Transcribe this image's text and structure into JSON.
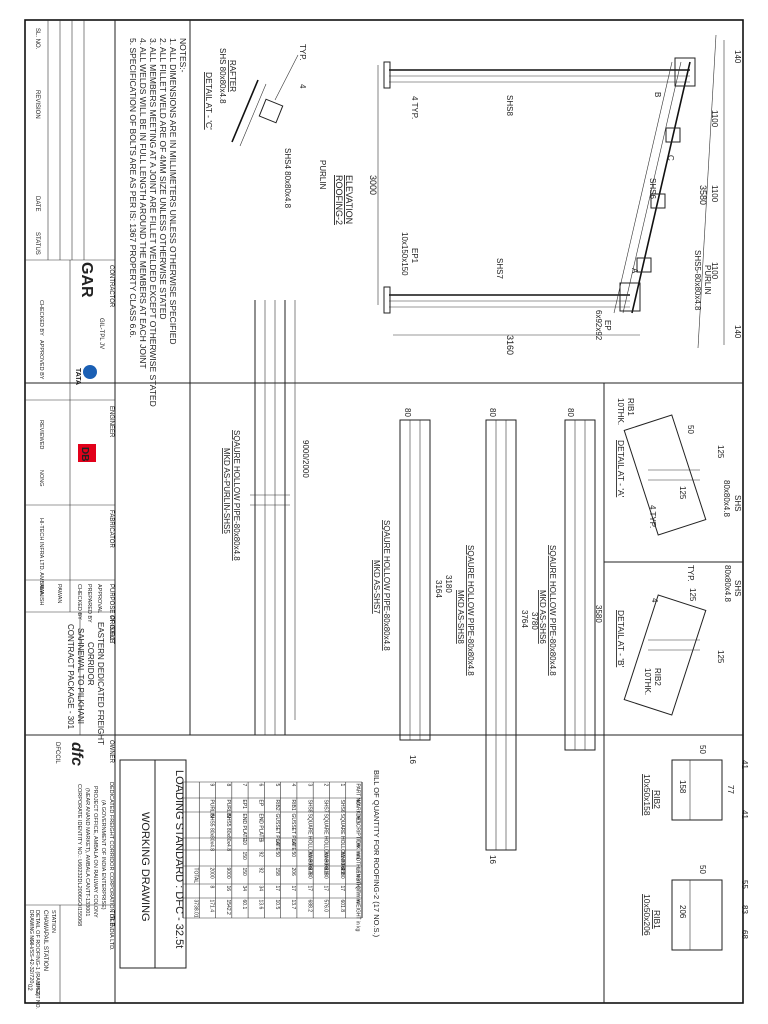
{
  "elevation": {
    "title": "ELEVATION",
    "subtitle": "ROOFING-2",
    "overall_span": "3160",
    "height": "3000",
    "dim_140_top": "140",
    "dim_140_bottom": "140",
    "seg1": "1100",
    "seg2": "1100",
    "seg3": "1100",
    "rafter_len": "3580",
    "shs8": "SHS8",
    "shs6": "SHS6",
    "shs7": "SHS7",
    "purlin": "PURLIN",
    "purlin_size": "SHS5-80x80x4.8",
    "ep1": "EP1",
    "ep1_size": "10x150x150",
    "ep": "EP",
    "ep_size": "6x92x92",
    "weld_typ": "4 TYP.",
    "mark_a": "A",
    "mark_b": "B",
    "mark_c": "C"
  },
  "detail_c": {
    "title": "DETAIL AT - 'C'",
    "rafter": "RAFTER",
    "rafter_size": "SHS 80x80x4.8",
    "purlin": "PURLIN",
    "purlin_size": "SHS4 80x80x4.8",
    "typ": "TYP.",
    "weld": "4"
  },
  "detail_a": {
    "title": "DETAIL AT - 'A'",
    "rib": "RIB1",
    "rib_thk": "10THK.",
    "d50": "50",
    "d125a": "125",
    "d125b": "125",
    "shs": "SHS",
    "shs_size": "80x80x4.8",
    "typ": "4 TYP."
  },
  "detail_b": {
    "title": "DETAIL AT - 'B'",
    "shs": "SHS",
    "shs_size": "80x80x4.8",
    "typ": "TYP.",
    "weld": "4",
    "d125a": "125",
    "d125b": "125",
    "rib": "RIB2",
    "rib_thk": "10THK."
  },
  "rib2": {
    "title": "RIB2",
    "size": "10x50x158",
    "d50": "50",
    "d158": "158",
    "d41a": "41",
    "d77": "77",
    "d41b": "41"
  },
  "rib1": {
    "title": "RIB1",
    "size": "10x50x206",
    "d50": "50",
    "d206": "206",
    "d55": "55",
    "d83": "83",
    "d68": "68"
  },
  "members": [
    {
      "w": "80",
      "length": "3580",
      "title": "SQAURE HOLLOW PIPE-80x80x4.8",
      "mark": "MKD AS-SHS6",
      "end": "16"
    },
    {
      "w": "80",
      "length": "3780",
      "inner": "3764",
      "title": "SQAURE HOLLOW PIPE-80x80x4.8",
      "mark": "MKD AS-SHS8",
      "end": "16"
    },
    {
      "w": "80",
      "length": "3180",
      "inner": "3164",
      "title": "SQAURE HOLLOW PIPE-80x80x4.8",
      "mark": "MKD AS-SHS7",
      "end": ""
    }
  ],
  "purlin_member": {
    "length": "9000/2000",
    "title": "SQAURE HOLLOW PIPE-80x80x4.8",
    "mark": "MKD AS-PURLIN-SHS5"
  },
  "notes": {
    "title": "NOTES:-",
    "lines": [
      "1. ALL DIMENSIONS ARE IN MILLIMETERS UNLESS OTHERWISE SPECIFIED",
      "2. ALL FILLET WELD ARE OF 4MM SIZE UNLESS OTHERWISE STATED",
      "3. ALL MEMBERS MEETING AT A JOINT ARE FILLET WELDED EXCEPT OTHERWISE STATED",
      "4. ALL WELDS WILL BE IN FULL LENGTH AROUND THE MEMBERS AT EACH JOINT",
      "5. SPECIFICATION OF BOLTS ARE AS PER IS: 1367 PROPERTY CLASS 6.6."
    ]
  },
  "bom": {
    "title": "BILL OF QUANTITY FOR ROOFING-2 (17 NO.S.)",
    "headers": [
      "PART NO.",
      "MARK NO.",
      "DESCRIPTION",
      "THK mm",
      "WIDTH in mm",
      "LENGTH in mm",
      "QTY",
      "WEIGHT in kg"
    ],
    "rows": [
      [
        "1",
        "SHS6",
        "SQUARE HOLLOW PIPE",
        "",
        "80x80x4.8",
        "3580",
        "17",
        "601.8"
      ],
      [
        "2",
        "SHS7",
        "SQUARE HOLLOW PIPE",
        "",
        "80x80x4.8",
        "3180",
        "17",
        "576.0"
      ],
      [
        "3",
        "SHS8",
        "SQUARE HOLLOW PIPE",
        "",
        "80x80x4.8",
        "3780",
        "17",
        "688.2"
      ],
      [
        "4",
        "RIB1",
        "GUSSET PLATE",
        "10",
        "50",
        "206",
        "17",
        "13.7"
      ],
      [
        "5",
        "RIB2",
        "GUSSET PLATE",
        "10",
        "50",
        "158",
        "17",
        "10.5"
      ],
      [
        "6",
        "EP",
        "END PLATE",
        "6",
        "92",
        "92",
        "34",
        "13.6"
      ],
      [
        "7",
        "EP1",
        "END PLATE",
        "10",
        "150",
        "150",
        "34",
        "60.1"
      ],
      [
        "8",
        "PURLIN",
        "SHS5 80x80x4.8",
        "",
        "",
        "9000",
        "16",
        "1542.2"
      ],
      [
        "9",
        "PURLIN",
        "SHS5 80x80x4.8",
        "",
        "",
        "2000",
        "8",
        "171.4"
      ]
    ],
    "total_label": "TOTAL",
    "total_value": "3738.01"
  },
  "title_block": {
    "project_label": "PROJECT",
    "project_lines": [
      "EASTERN DEDICATED FREIGHT",
      "CORRIDOR",
      "SAHNEWAL TO PILKHANI",
      "CONTRACT PACKAGE - 301"
    ],
    "owner_label": "OWNER",
    "owner_lines": [
      "DEDICATED FREIGHT CORRIDOR CORPORATION OF INDIA LTD.",
      "(A GOVERNMENT OF INDIA ENTERPRISE)",
      "PROJECT OFFICE, AMBALA ON RAILWAY COLONY",
      "(NEAR ANAND MARKET), AMBALA CANTT-133001",
      "CORPORATE IDENTITY NO.: U60232DL2006GOI155068"
    ],
    "loading_standard": "LOADING STANDARD : DFC - 32.5t",
    "working_drawing": "WORKING DRAWING",
    "title_label": "TITLE",
    "title_text": "DETAIL OF ROOFING-1 (RAMP-2)",
    "station_label": "STATION",
    "station_value": "CHAWAPAIL STATION",
    "drawing_no_label": "DRAWING NO.",
    "drawing_no": "HH/SS-42-32/720",
    "sheet_label": "SHEET NO.",
    "sheet_no": "02",
    "contractor_label": "CONTRACTOR",
    "contractor_name": "GIL-TPL JV",
    "engineer_label": "ENGINEER",
    "fabricator_label": "FABRICATOR",
    "fabricator_name": "HI-TECH INFRA LTD. AMBALA",
    "purpose_label": "PURPOSE OF ISSUE",
    "purpose_lines": [
      "APPROVAL",
      "PREPARED BY",
      "CHECKED BY",
      "PAWAN",
      "MANISH"
    ],
    "checked_by": "CHECKED BY",
    "approved_by": "APPROVED BY",
    "reviewed": "REVIEWED",
    "nong": "NONG",
    "sl_no": "SL. NO.",
    "revision": "REVISION",
    "date": "DATE",
    "status": "STATUS",
    "logo_gar": "GAR",
    "logo_tata": "TATA",
    "logo_db": "DB",
    "logo_dfc": "dfc",
    "dfc_sub": "DFCCIL"
  }
}
